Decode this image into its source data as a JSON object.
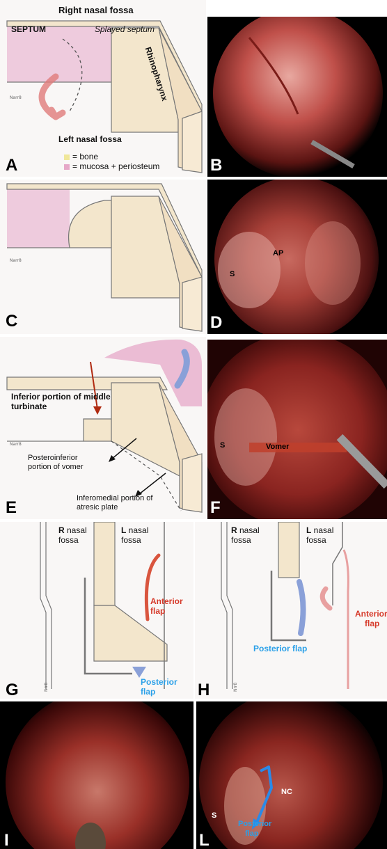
{
  "panel_letters": {
    "a": "A",
    "b": "B",
    "c": "C",
    "d": "D",
    "e": "E",
    "f": "F",
    "g": "G",
    "h": "H",
    "i": "I",
    "l": "L"
  },
  "panel_a": {
    "title": "Right nasal fossa",
    "septum": "SEPTUM",
    "splayed": "Splayed septum",
    "rhinopharynx": "Rhinopharynx",
    "left_fossa": "Left nasal fossa",
    "legend_bone": "= bone",
    "legend_mucosa": "= mucosa + periosteum",
    "color_bone": "#f0e79a",
    "color_mucosa": "#e6a8c8"
  },
  "panel_d": {
    "s": "S",
    "ap": "AP"
  },
  "panel_e": {
    "middle_turbinate": "Inferior portion of middle turbinate",
    "vomer_line1": "Posteroinferior",
    "vomer_line2": "portion of vomer",
    "plate_line1": "Inferomedial portion of",
    "plate_line2": "atresic plate"
  },
  "panel_f": {
    "s": "S",
    "vomer": "Vomer"
  },
  "panel_g": {
    "r": "R",
    "r_rest": " nasal",
    "r_fossa": "fossa",
    "l": "L",
    "l_rest": " nasal",
    "l_fossa": "fossa",
    "anterior_flap": "Anterior flap",
    "posterior_flap": "Posterior flap"
  },
  "panel_h": {
    "r": "R",
    "r_rest": " nasal",
    "r_fossa": "fossa",
    "l": "L",
    "l_rest": " nasal",
    "l_fossa": "fossa",
    "anterior_line1": "Anterior",
    "anterior_line2": "flap",
    "posterior_flap": "Posterior flap"
  },
  "panel_l": {
    "s": "S",
    "nc": "NC",
    "flap_line1": "Posterior",
    "flap_line2": "flap"
  },
  "colors": {
    "red_label": "#d63a2a",
    "blue_label": "#2aa0e8",
    "arrow_blue": "#8aa0d8",
    "arrow_pink": "#e8a0a0"
  }
}
